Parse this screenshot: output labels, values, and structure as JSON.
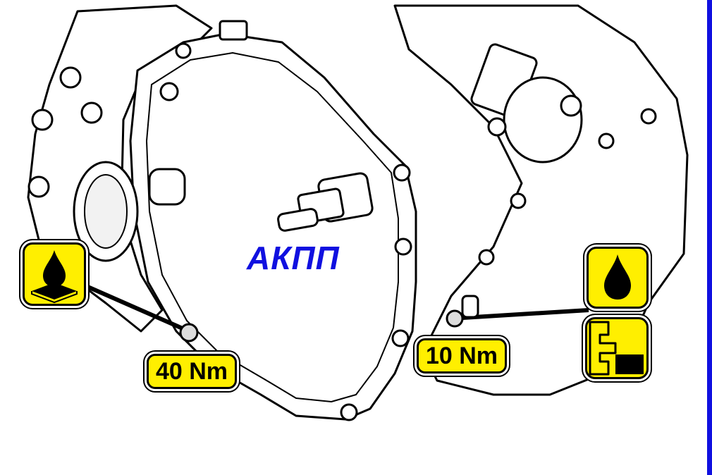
{
  "diagram": {
    "title": "АКПП",
    "drain_plug": {
      "torque_label": "40 Nm",
      "icon": "oil-drain-pan-icon"
    },
    "fill_plug": {
      "torque_label": "10 Nm",
      "icons": [
        "oil-drop-icon",
        "oil-level-plug-icon"
      ]
    }
  },
  "colors": {
    "title": "#1010e0",
    "callout_fill": "#ffef00",
    "outline": "#000000",
    "right_rule": "#1010e0",
    "drawing_shade": "#f2f2f2"
  }
}
